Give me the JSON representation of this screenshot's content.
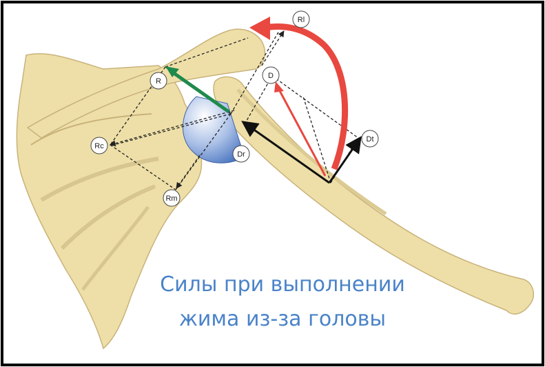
{
  "diagram": {
    "caption_line1": "Силы при выполнении",
    "caption_line2": "жима из-за головы",
    "labels": {
      "rl": "Rl",
      "d": "D",
      "r": "R",
      "rc": "Rc",
      "dt": "Dt",
      "dr": "Dr",
      "rm": "Rm"
    },
    "colors": {
      "bone": "#eedfa8",
      "bone_edge": "#c9b27a",
      "red_arrow": "#e8483f",
      "green_arrow": "#1f8a4c",
      "black_arrow": "#111111",
      "humeral_head": "#4f79c2",
      "caption": "#4a83c9",
      "border": "#000000"
    }
  }
}
